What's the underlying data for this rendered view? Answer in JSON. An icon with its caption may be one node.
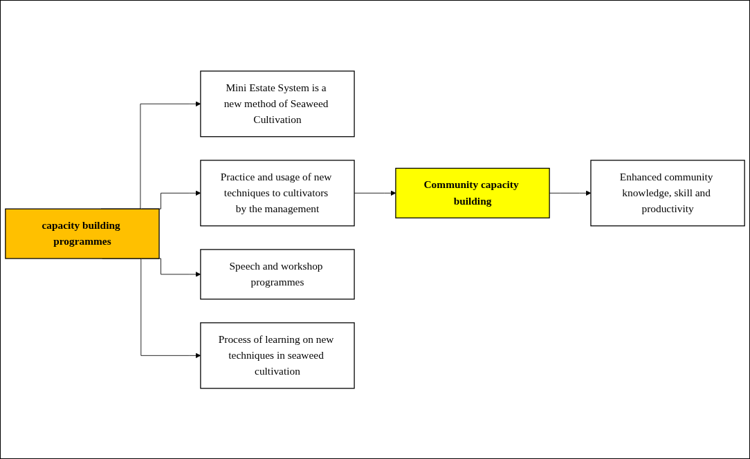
{
  "diagram": {
    "nodes": [
      {
        "text": [
          "capacity building programmes"
        ]
      },
      {
        "text": [
          "Mini Estate System is a new method of Seaweed Cultivation"
        ]
      },
      {
        "text": [
          "Practice and usage of new techniques to cultivators by the management"
        ]
      },
      {
        "text": [
          "Speech and workshop programmes"
        ]
      },
      {
        "text": [
          "Process of learning on new techniques in seaweed cultivation"
        ]
      },
      {
        "text": [
          "Community capacity building"
        ]
      },
      {
        "text": [
          "Enhanced community knowledge, skill and productivity"
        ]
      }
    ],
    "edges": [
      {
        "from": 0,
        "to": 1,
        "arrow": "to"
      },
      {
        "from": 0,
        "to": 2,
        "arrow": "to"
      },
      {
        "from": 0,
        "to": 3,
        "arrow": "to"
      },
      {
        "from": 0,
        "to": 4,
        "arrow": "to"
      },
      {
        "from": 2,
        "to": 5,
        "arrow": "to"
      },
      {
        "from": 5,
        "to": 6,
        "arrow": "to"
      }
    ]
  }
}
